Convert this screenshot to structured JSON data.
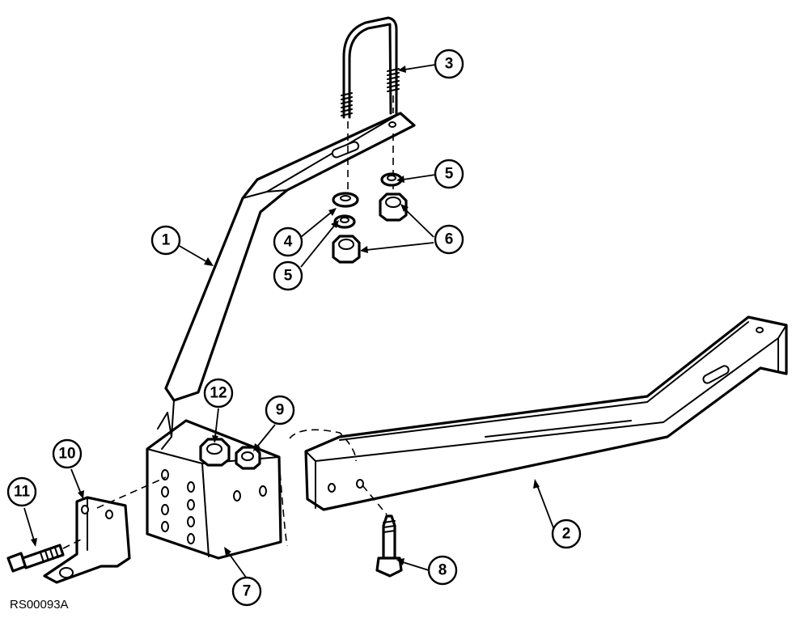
{
  "figure": {
    "doc_id": "RS00093A",
    "callouts": [
      "1",
      "2",
      "3",
      "4",
      "5",
      "5",
      "6",
      "6",
      "7",
      "8",
      "9",
      "10",
      "11",
      "12"
    ]
  },
  "colors": {
    "line": "#000000",
    "fill": "#ffffff"
  }
}
